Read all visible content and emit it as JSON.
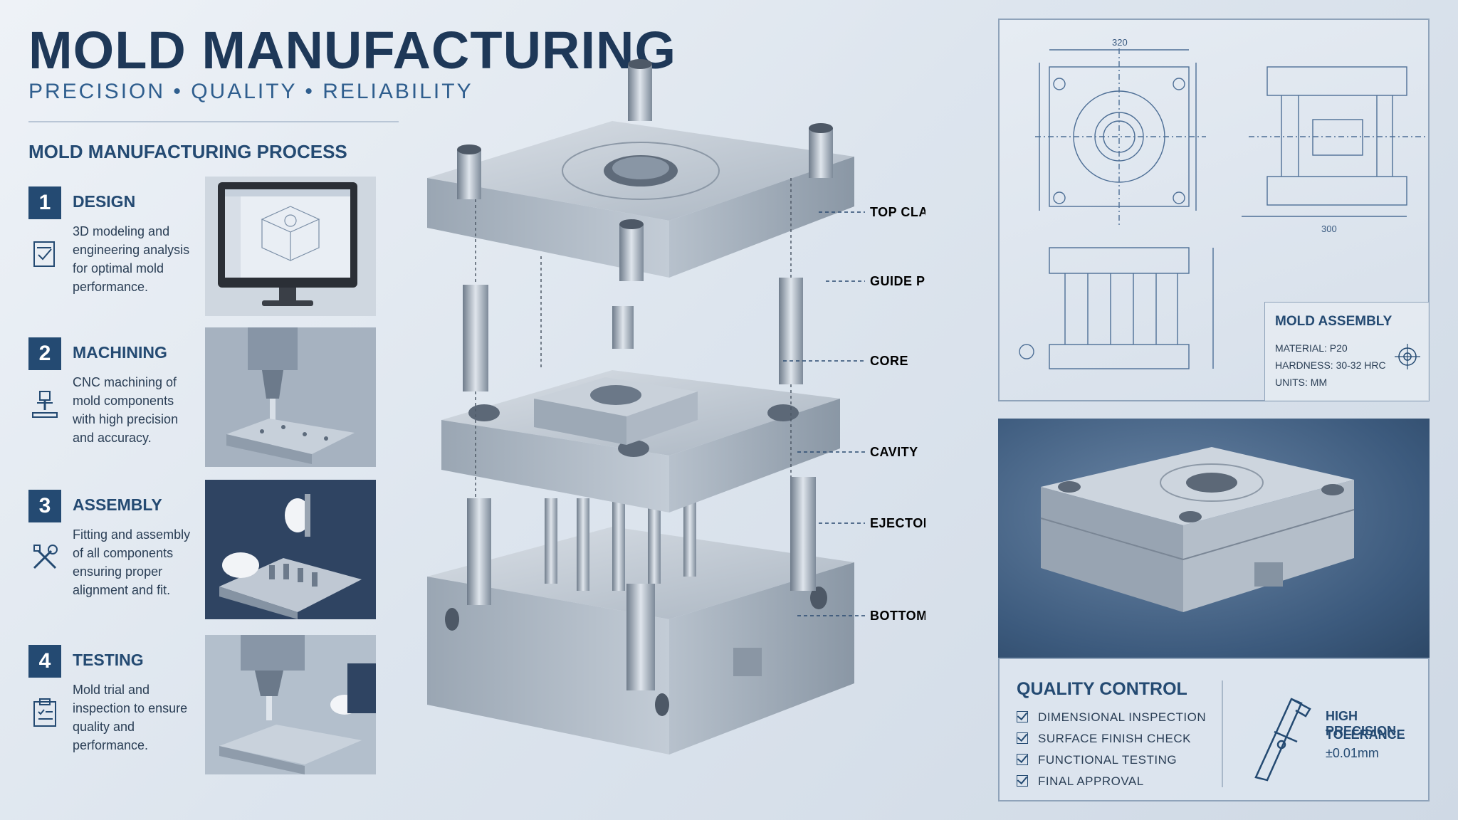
{
  "header": {
    "title": "MOLD MANUFACTURING",
    "subtitle": "PRECISION • QUALITY • RELIABILITY"
  },
  "process": {
    "title": "MOLD MANUFACTURING PROCESS",
    "steps": [
      {
        "number": "1",
        "title": "DESIGN",
        "description": "3D modeling and engineering analysis for optimal mold performance.",
        "icon": "design-icon"
      },
      {
        "number": "2",
        "title": "MACHINING",
        "description": "CNC machining of mold components with high precision and accuracy.",
        "icon": "cnc-icon"
      },
      {
        "number": "3",
        "title": "ASSEMBLY",
        "description": "Fitting and assembly of all components ensuring proper alignment and fit.",
        "icon": "tools-icon"
      },
      {
        "number": "4",
        "title": "TESTING",
        "description": "Mold trial and inspection to ensure quality and performance.",
        "icon": "clipboard-icon"
      }
    ]
  },
  "diagram": {
    "labels": [
      "TOP CLAMP PLATE",
      "GUIDE PILLAR",
      "CORE",
      "CAVITY",
      "EJECTOR SYSTEM",
      "BOTTOM PLATE"
    ]
  },
  "drawing": {
    "dim_top": "320",
    "dim_side": "300",
    "assembly": {
      "title": "MOLD ASSEMBLY",
      "material": "MATERIAL: P20",
      "hardness": "HARDNESS: 30-32 HRC",
      "units": "UNITS: MM"
    }
  },
  "quality": {
    "title": "QUALITY CONTROL",
    "items": [
      "DIMENSIONAL INSPECTION",
      "SURFACE FINISH CHECK",
      "FUNCTIONAL TESTING",
      "FINAL APPROVAL"
    ],
    "precision_line1": "HIGH PRECISION",
    "precision_line2": "TOLERANCE",
    "precision_value": "±0.01mm"
  },
  "colors": {
    "primary": "#244a72",
    "steel": "#b9c3ce",
    "background": "#dde5ee"
  }
}
